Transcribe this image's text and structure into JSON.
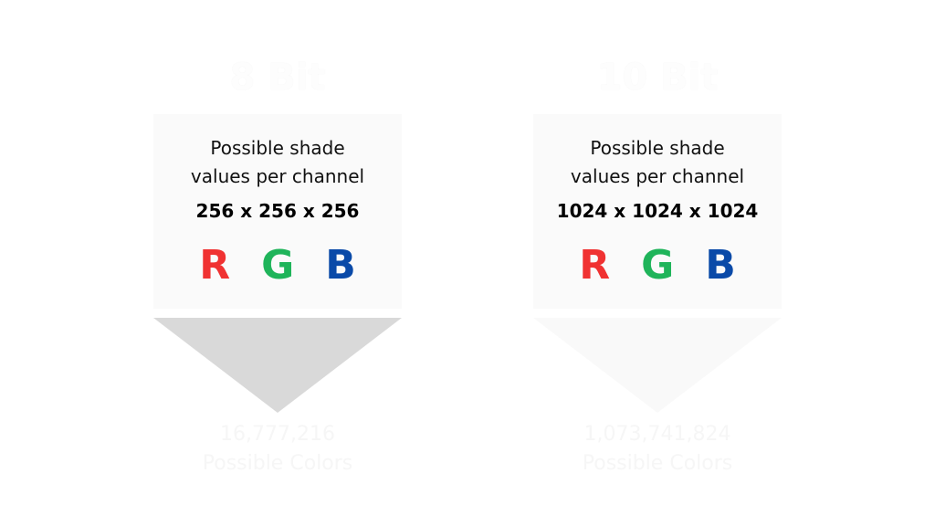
{
  "panels": [
    {
      "title": "8 Bit",
      "subtitle_line1": "Possible shade",
      "subtitle_line2": "values per channel",
      "dimensions": "256 x 256 x 256",
      "r": "R",
      "g": "G",
      "b": "B",
      "total": "16,777,216",
      "total_label": "Possible Colors"
    },
    {
      "title": "10 Bit",
      "subtitle_line1": "Possible shade",
      "subtitle_line2": "values per channel",
      "dimensions": "1024 x 1024 x 1024",
      "r": "R",
      "g": "G",
      "b": "B",
      "total": "1,073,741,824",
      "total_label": "Possible Colors"
    }
  ],
  "colors": {
    "red": "#f03232",
    "green": "#1fb45a",
    "blue": "#0a4aa8",
    "triangle_8bit": "#d9d9d9",
    "triangle_10bit": "#f9f9f9"
  }
}
